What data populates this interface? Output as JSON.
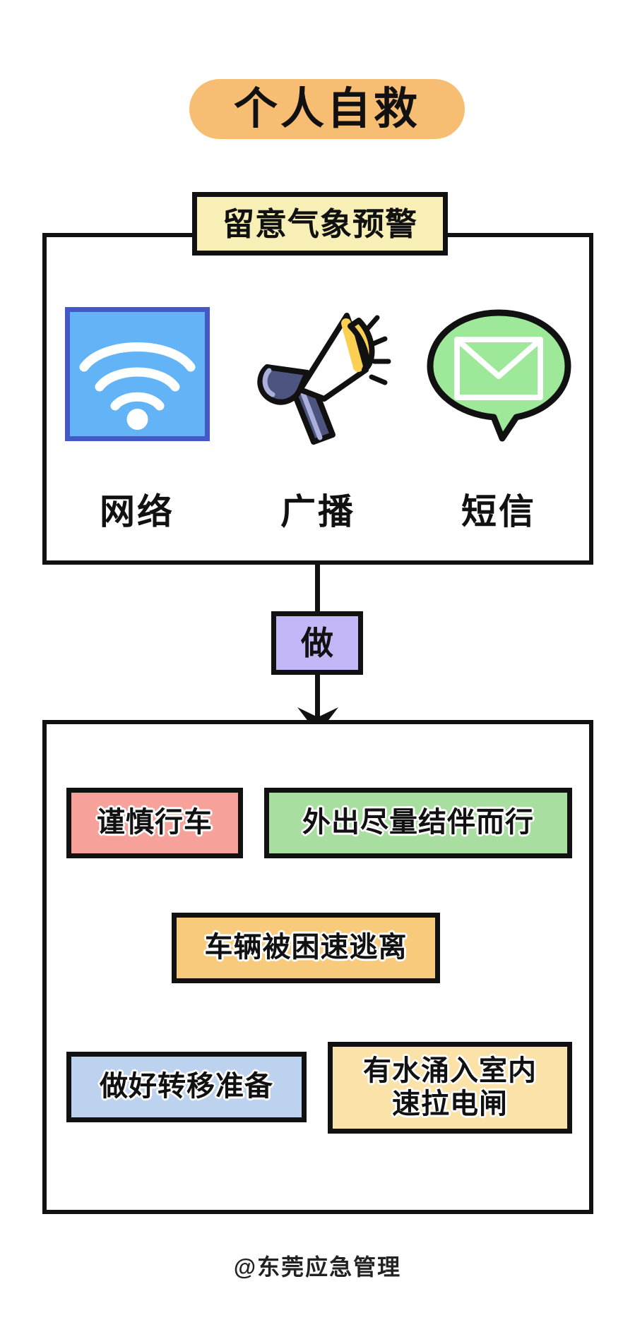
{
  "title": {
    "text": "个人自救"
  },
  "subtitle": {
    "text": "留意气象预警"
  },
  "channels": [
    {
      "icon": "wifi-icon",
      "label": "网络"
    },
    {
      "icon": "megaphone-icon",
      "label": "广播"
    },
    {
      "icon": "sms-envelope-icon",
      "label": "短信"
    }
  ],
  "connector": {
    "label": "做"
  },
  "actions": [
    {
      "text": "谨慎行车",
      "color": "#f6a19a"
    },
    {
      "text": "外出尽量结伴而行",
      "color": "#a8dfa0"
    },
    {
      "text": "车辆被困速逃离",
      "color": "#f8cb7c"
    },
    {
      "text": "做好转移准备",
      "color": "#bcd2ef"
    },
    {
      "text": "有水涌入室内\n速拉电闸",
      "line1": "有水涌入室内",
      "line2": "速拉电闸",
      "color": "#fae2a8"
    }
  ],
  "footer": {
    "text": "@东莞应急管理"
  },
  "colors": {
    "title_pill": "#f7bd72",
    "subtitle_chip": "#f8efb7",
    "do_chip": "#c4b7f7",
    "wifi_bg": "#62b4f7",
    "wifi_border": "#4657c6",
    "megaphone_body": "#ffffff",
    "megaphone_handle": "#4d5480",
    "megaphone_accent": "#fbcf51",
    "sms_bubble": "#9ee89a",
    "outline": "#111111",
    "page_bg": "#ffffff"
  }
}
